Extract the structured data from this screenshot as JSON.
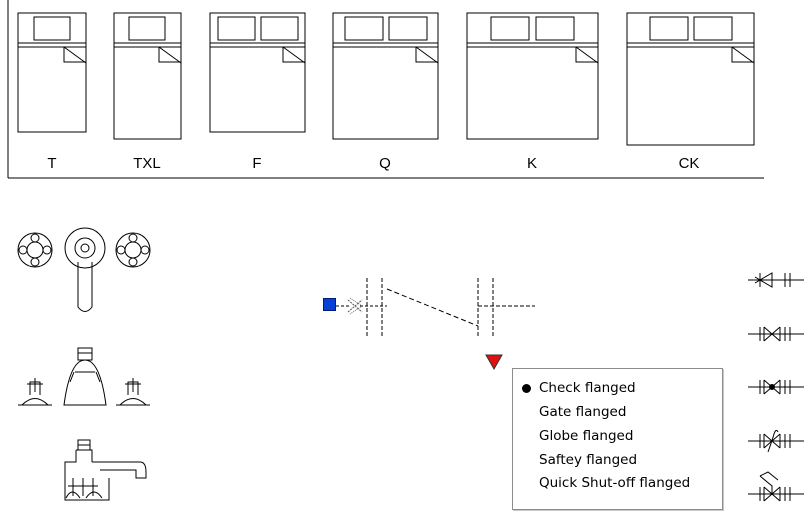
{
  "bed_sizes": [
    "T",
    "TXL",
    "F",
    "Q",
    "K",
    "CK"
  ],
  "valve_menu": {
    "items": [
      {
        "label": "Check flanged",
        "selected": true
      },
      {
        "label": "Gate flanged",
        "selected": false
      },
      {
        "label": "Globe flanged",
        "selected": false
      },
      {
        "label": "Saftey flanged",
        "selected": false
      },
      {
        "label": "Quick Shut-off flanged",
        "selected": false
      }
    ]
  },
  "colors": {
    "grip": "#0a3fd6",
    "menu_arrow": "#e01010"
  },
  "icons": {
    "faucets": [
      "faucet-lever-icon",
      "faucet-widespread-icon",
      "tub-spout-icon"
    ],
    "valves": [
      "check-valve-icon",
      "gate-valve-icon",
      "globe-valve-icon",
      "safety-valve-icon",
      "quick-shutoff-valve-icon"
    ]
  }
}
